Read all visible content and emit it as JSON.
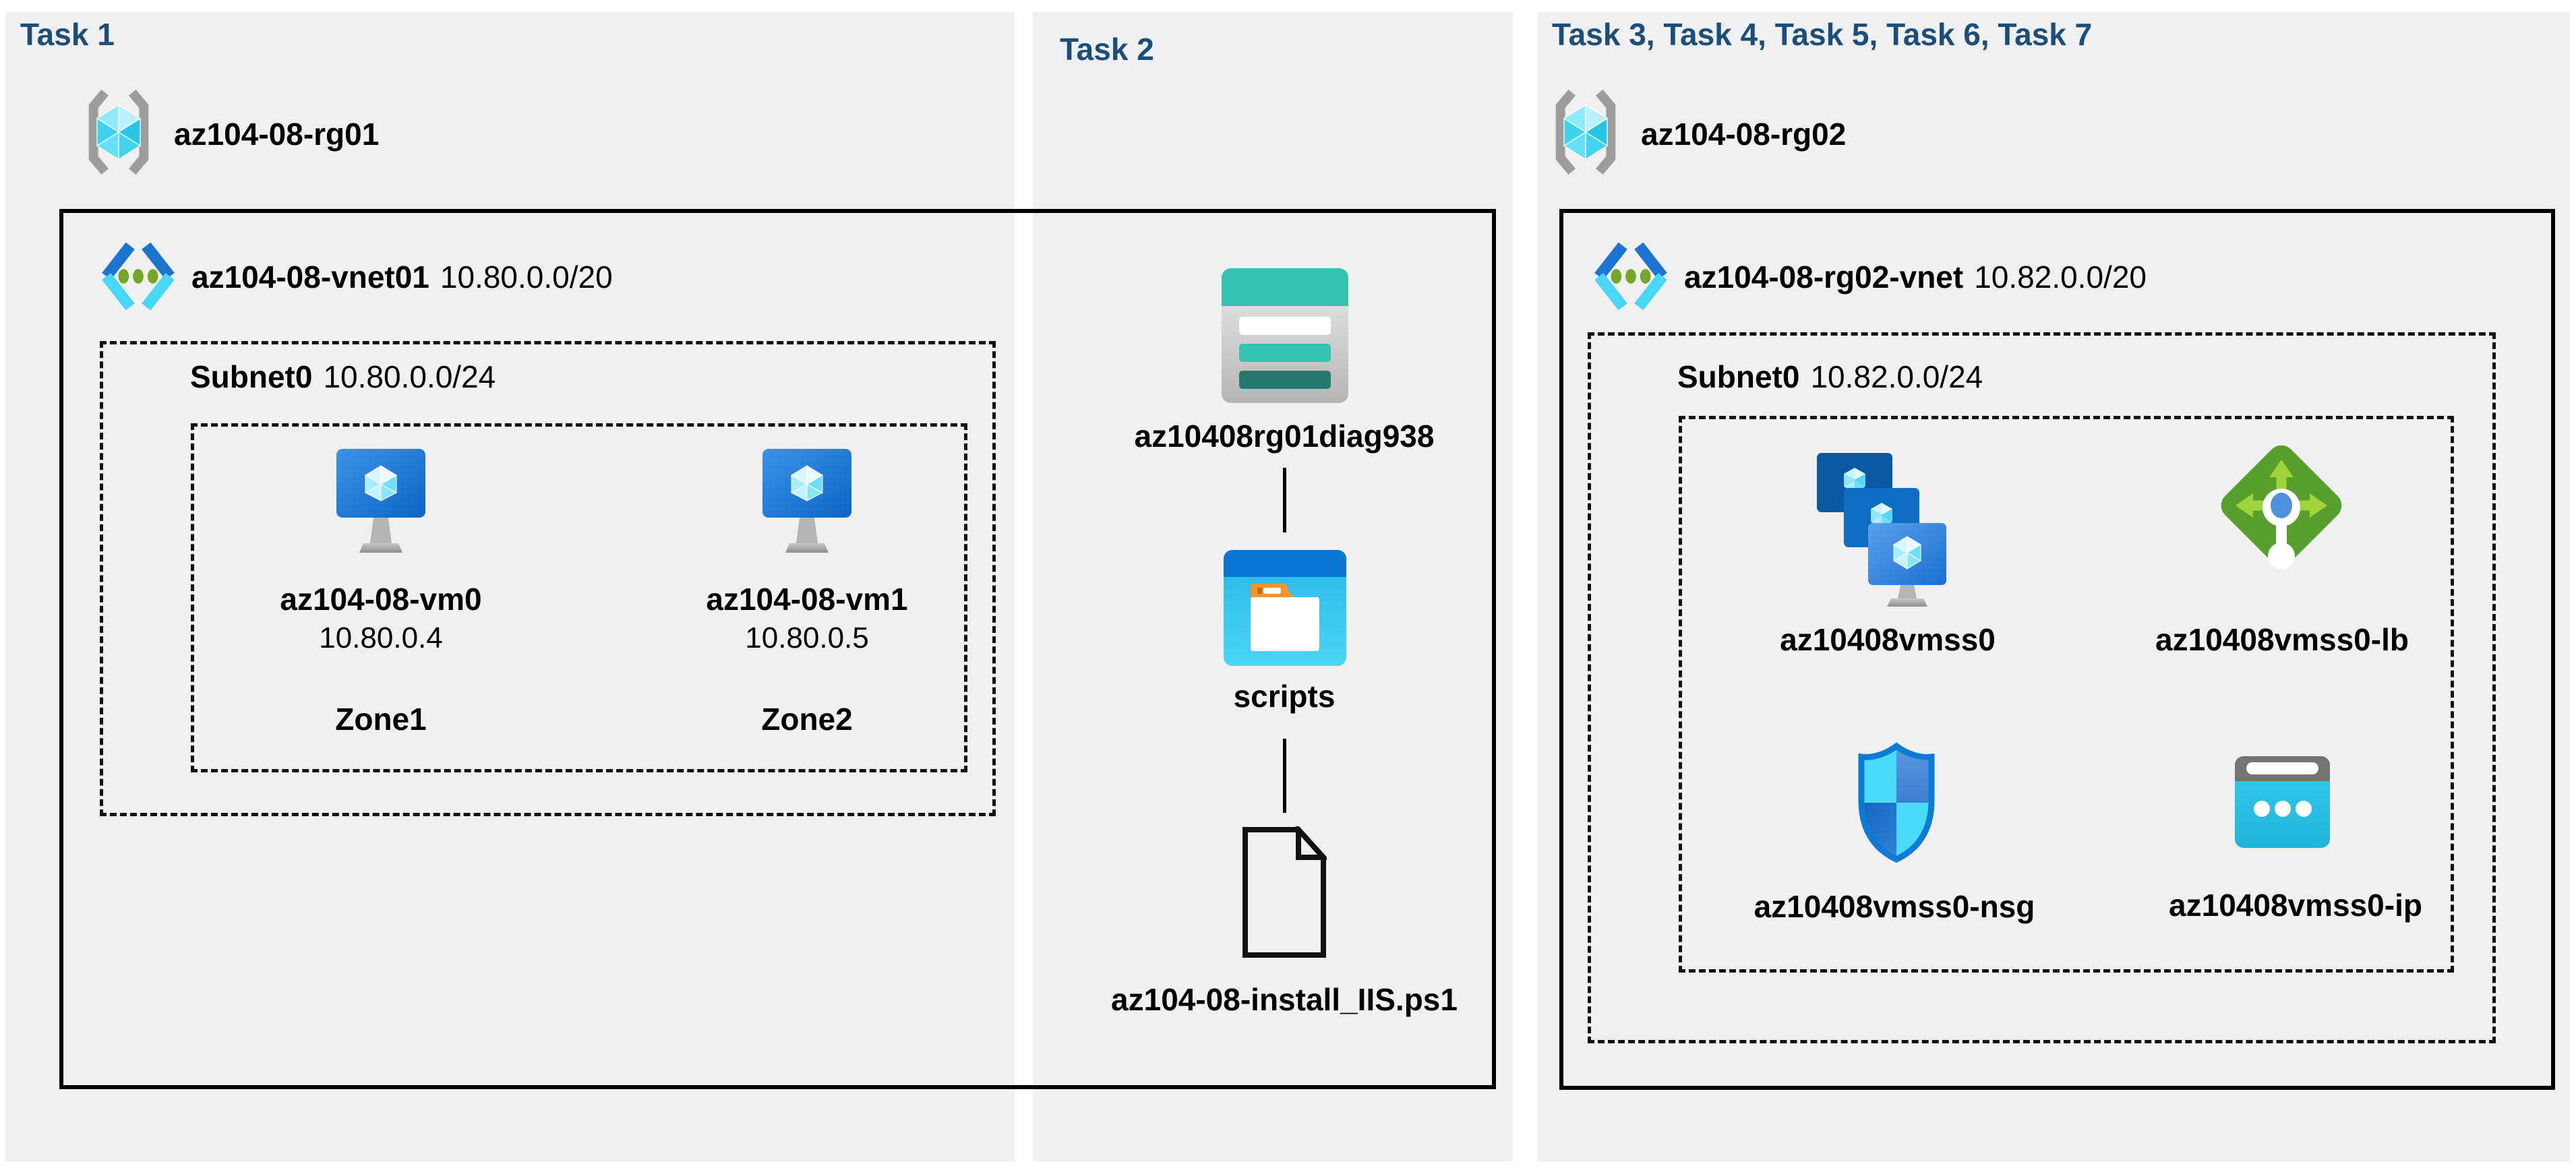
{
  "panels": {
    "task1": {
      "title": "Task 1",
      "resource_group": "az104-08-rg01",
      "vnet_name": "az104-08-vnet01",
      "vnet_cidr": "10.80.0.0/20",
      "subnet_name": "Subnet0",
      "subnet_cidr": "10.80.0.0/24",
      "vms": [
        {
          "name": "az104-08-vm0",
          "ip": "10.80.0.4",
          "zone": "Zone1"
        },
        {
          "name": "az104-08-vm1",
          "ip": "10.80.0.5",
          "zone": "Zone2"
        }
      ]
    },
    "task2": {
      "title": "Task 2",
      "storage_account": "az10408rg01diag938",
      "folder": "scripts",
      "script_file": "az104-08-install_IIS.ps1"
    },
    "task3": {
      "title": "Task 3, Task 4, Task 5, Task 6, Task 7",
      "resource_group": "az104-08-rg02",
      "vnet_name": "az104-08-rg02-vnet",
      "vnet_cidr": "10.82.0.0/20",
      "subnet_name": "Subnet0",
      "subnet_cidr": "10.82.0.0/24",
      "resources": [
        {
          "name": "az10408vmss0",
          "icon": "vm-scale-set-icon"
        },
        {
          "name": "az10408vmss0-lb",
          "icon": "load-balancer-icon"
        },
        {
          "name": "az10408vmss0-nsg",
          "icon": "network-security-group-icon"
        },
        {
          "name": "az10408vmss0-ip",
          "icon": "public-ip-icon"
        }
      ]
    }
  },
  "colors": {
    "header_navy": "#1b4e79",
    "panel_gray": "#f0f0f1",
    "azure_blue": "#0a77d4",
    "cyan": "#49d7f7",
    "storage_teal": "#35c2b0",
    "storage_teal_dark": "#26796f",
    "lb_green": "#57a02e",
    "lb_green_light": "#9fd43b",
    "folder_orange": "#f0942f",
    "gray_bracket": "#9d9d9d"
  }
}
